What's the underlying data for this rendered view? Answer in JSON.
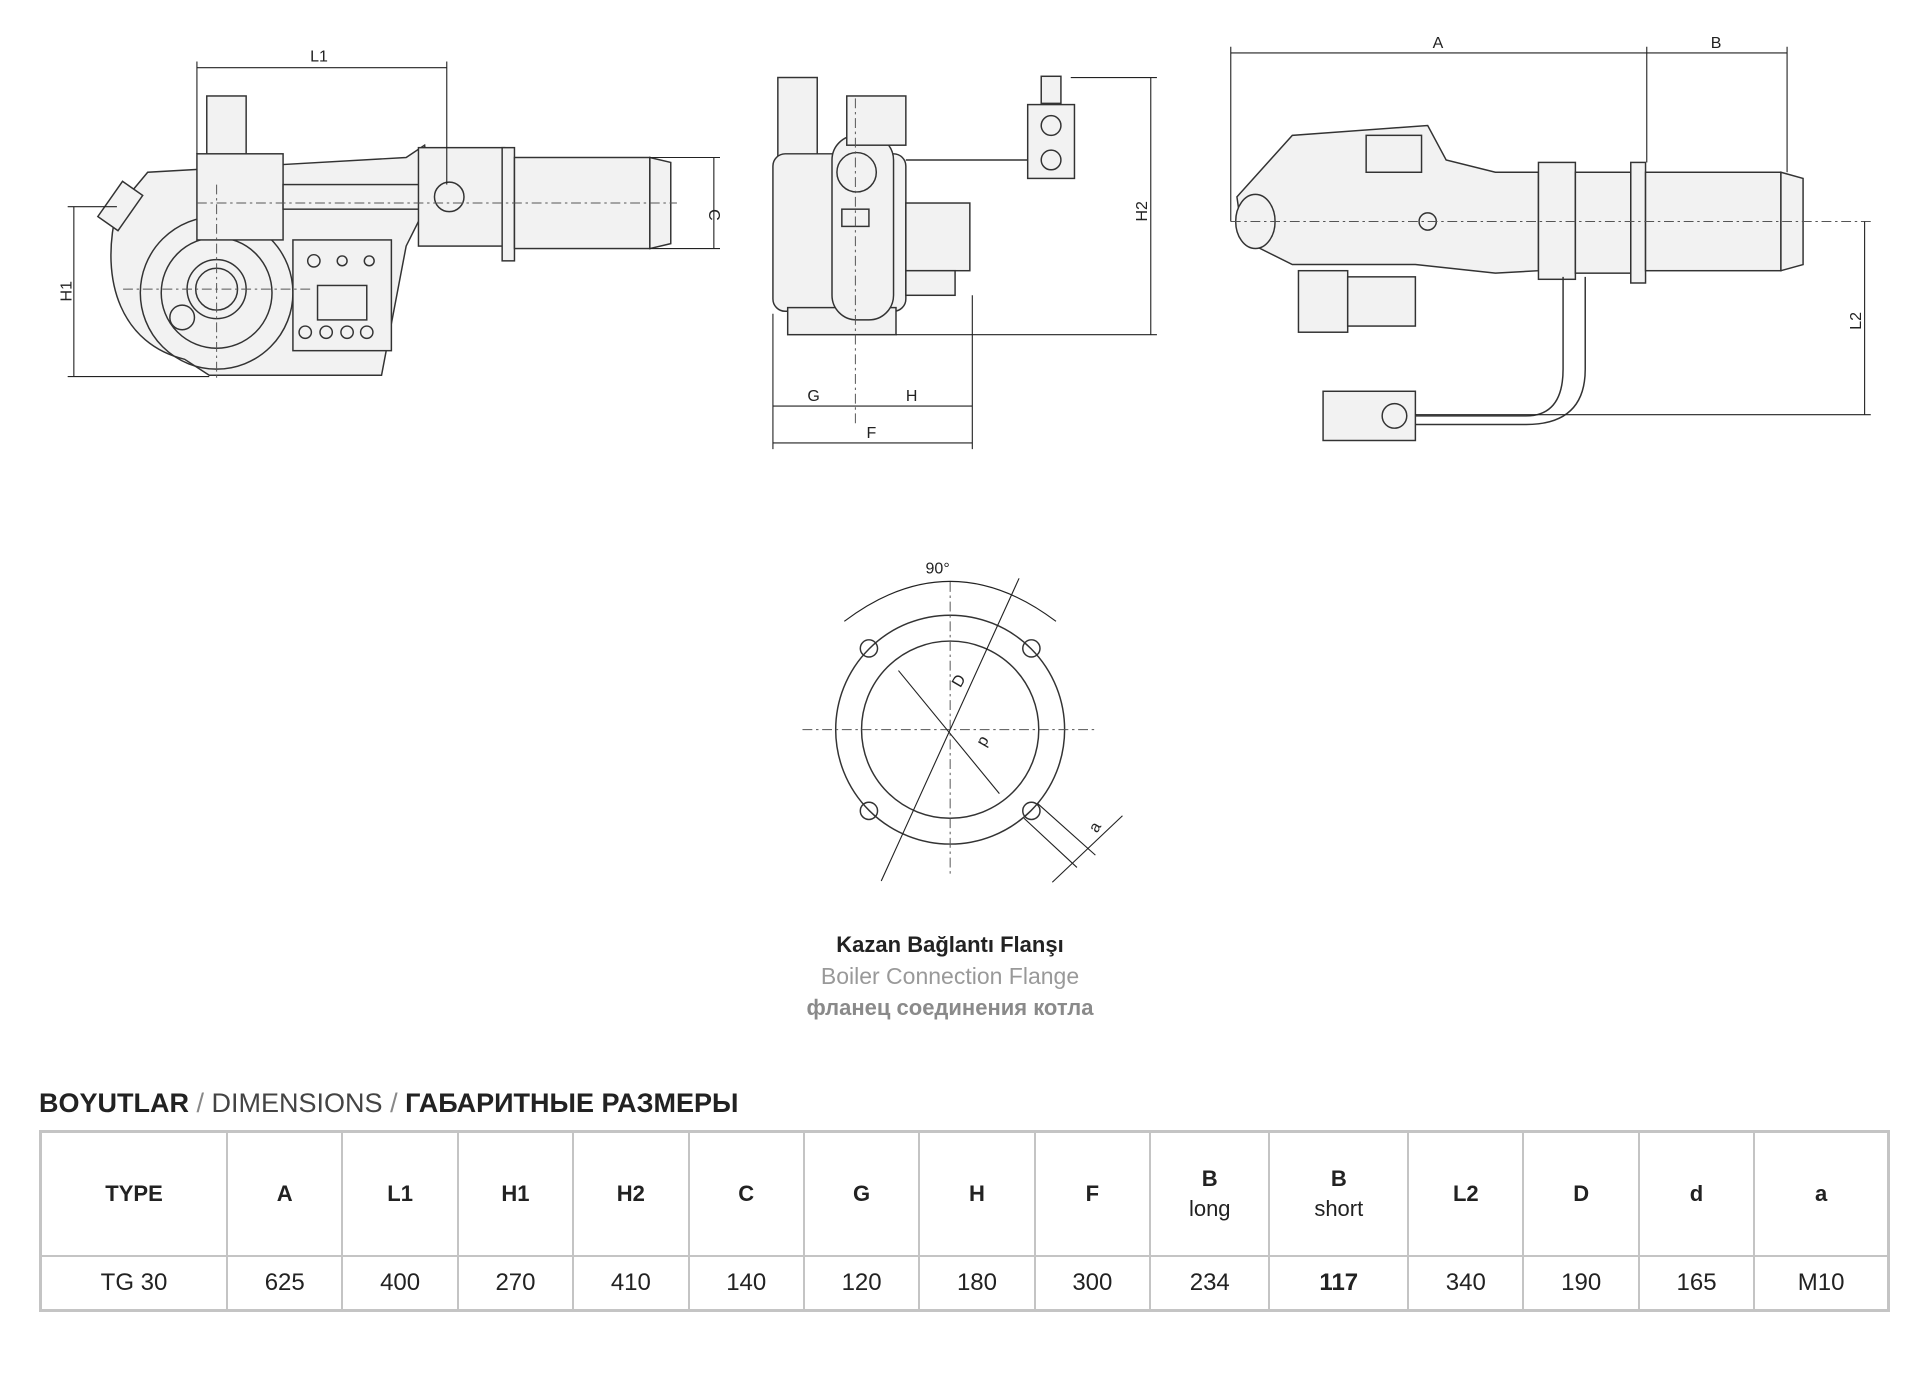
{
  "dimension_labels": {
    "L1": "L1",
    "H1": "H1",
    "C": "C",
    "H2": "H2",
    "G": "G",
    "H": "H",
    "F": "F",
    "A": "A",
    "B": "B",
    "L2": "L2",
    "angle": "90°",
    "D": "D",
    "d": "d",
    "a": "a"
  },
  "flange_caption": {
    "tr": "Kazan Bağlantı Flanşı",
    "en": "Boiler Connection Flange",
    "ru": "фланец соединения котла"
  },
  "table_title": {
    "tr": "BOYUTLAR",
    "sep": "/",
    "en": "DIMENSIONS",
    "ru": "ГАБАРИТНЫЕ РАЗМЕРЫ"
  },
  "table": {
    "headers": [
      {
        "line1": "TYPE",
        "line2": ""
      },
      {
        "line1": "A",
        "line2": ""
      },
      {
        "line1": "L1",
        "line2": ""
      },
      {
        "line1": "H1",
        "line2": ""
      },
      {
        "line1": "H2",
        "line2": ""
      },
      {
        "line1": "C",
        "line2": ""
      },
      {
        "line1": "G",
        "line2": ""
      },
      {
        "line1": "H",
        "line2": ""
      },
      {
        "line1": "F",
        "line2": ""
      },
      {
        "line1": "B",
        "line2": "long"
      },
      {
        "line1": "B",
        "line2": "short"
      },
      {
        "line1": "L2",
        "line2": ""
      },
      {
        "line1": "D",
        "line2": ""
      },
      {
        "line1": "d",
        "line2": ""
      },
      {
        "line1": "a",
        "line2": ""
      }
    ],
    "rows": [
      [
        "TG 30",
        "625",
        "400",
        "270",
        "410",
        "140",
        "120",
        "180",
        "300",
        "234",
        "117",
        "340",
        "190",
        "165",
        "M10"
      ]
    ]
  }
}
